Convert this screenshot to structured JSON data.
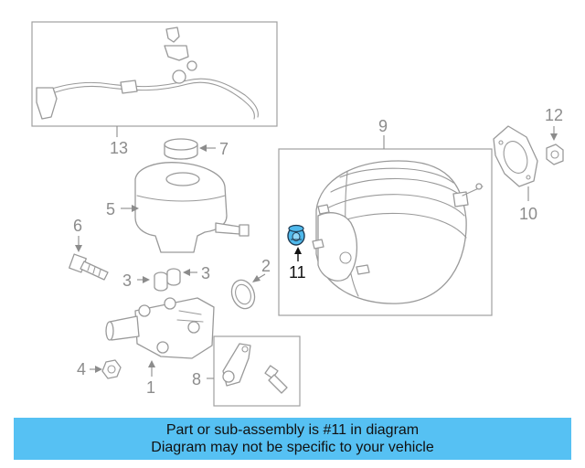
{
  "callouts": {
    "c1": "1",
    "c2": "2",
    "c3a": "3",
    "c3b": "3",
    "c4": "4",
    "c5": "5",
    "c6": "6",
    "c7": "7",
    "c8": "8",
    "c9": "9",
    "c10": "10",
    "c11": "11",
    "c12": "12",
    "c13": "13"
  },
  "highlight": {
    "fill": "#4fb9ec",
    "label_color": "#111111"
  },
  "banner": {
    "color": "#56c1f3",
    "line1": "Part or sub-assembly is #11 in diagram",
    "line2": "Diagram may not be specific to your vehicle"
  }
}
